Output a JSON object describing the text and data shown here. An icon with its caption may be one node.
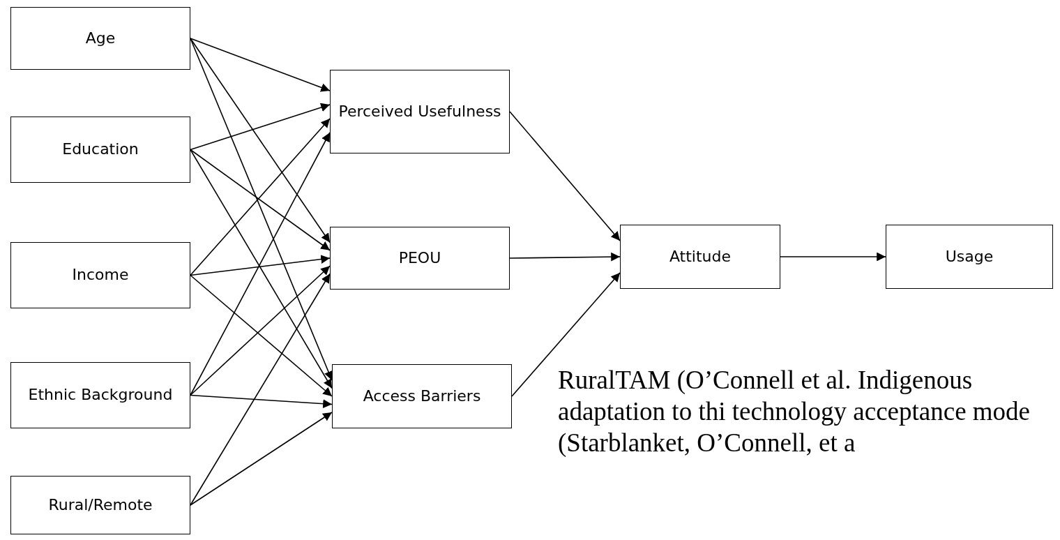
{
  "diagram": {
    "caption": "RuralTAM (O’Connell et al. Indigenous adaptation to thi technology acceptance mode (Starblanket, O’Connell, et a",
    "nodes": [
      {
        "text": [
          "Age"
        ]
      },
      {
        "text": [
          "Education"
        ]
      },
      {
        "text": [
          "Income"
        ]
      },
      {
        "text": [
          "Ethnic Background"
        ]
      },
      {
        "text": [
          "Rural/Remote"
        ]
      },
      {
        "text": [
          "Perceived Usefulness"
        ]
      },
      {
        "text": [
          "PEOU"
        ]
      },
      {
        "text": [
          "Access Barriers"
        ]
      },
      {
        "text": [
          "Attitude"
        ]
      },
      {
        "text": [
          "Usage"
        ]
      }
    ],
    "edges": [
      {
        "from": 0,
        "to": 5,
        "arrow": "to"
      },
      {
        "from": 0,
        "to": 6,
        "arrow": "to"
      },
      {
        "from": 0,
        "to": 7,
        "arrow": "to"
      },
      {
        "from": 1,
        "to": 5,
        "arrow": "to"
      },
      {
        "from": 1,
        "to": 6,
        "arrow": "to"
      },
      {
        "from": 1,
        "to": 7,
        "arrow": "to"
      },
      {
        "from": 2,
        "to": 5,
        "arrow": "to"
      },
      {
        "from": 2,
        "to": 6,
        "arrow": "to"
      },
      {
        "from": 2,
        "to": 7,
        "arrow": "to"
      },
      {
        "from": 3,
        "to": 5,
        "arrow": "to"
      },
      {
        "from": 3,
        "to": 6,
        "arrow": "to"
      },
      {
        "from": 3,
        "to": 7,
        "arrow": "to"
      },
      {
        "from": 4,
        "to": 6,
        "arrow": "to"
      },
      {
        "from": 4,
        "to": 7,
        "arrow": "to"
      },
      {
        "from": 5,
        "to": 8,
        "arrow": "to"
      },
      {
        "from": 6,
        "to": 8,
        "arrow": "to"
      },
      {
        "from": 7,
        "to": 8,
        "arrow": "to"
      },
      {
        "from": 8,
        "to": 9,
        "arrow": "to"
      }
    ]
  }
}
